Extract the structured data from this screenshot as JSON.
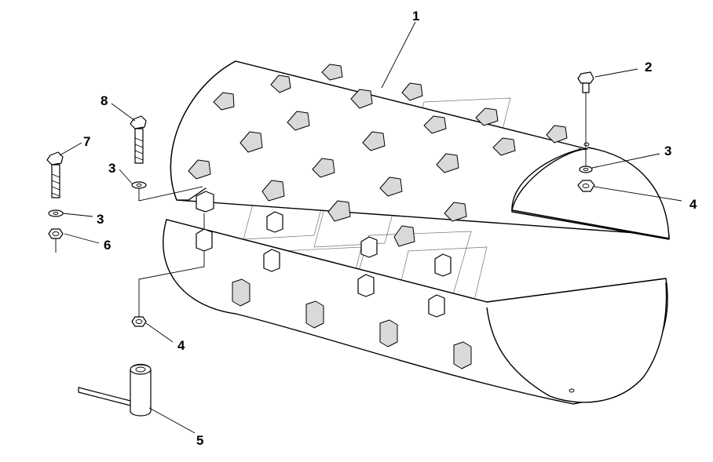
{
  "callouts": [
    {
      "id": "c1",
      "label": "1",
      "part": "drum-shell"
    },
    {
      "id": "c2",
      "label": "2",
      "part": "bolt-short"
    },
    {
      "id": "c3a",
      "label": "3",
      "part": "washer-upper-right"
    },
    {
      "id": "c4a",
      "label": "4",
      "part": "nut-upper-right"
    },
    {
      "id": "c8",
      "label": "8",
      "part": "bolt-long"
    },
    {
      "id": "c3b",
      "label": "3",
      "part": "washer-left-upper"
    },
    {
      "id": "c7",
      "label": "7",
      "part": "bolt-left"
    },
    {
      "id": "c3c",
      "label": "3",
      "part": "washer-left"
    },
    {
      "id": "c6",
      "label": "6",
      "part": "nut-left"
    },
    {
      "id": "c4b",
      "label": "4",
      "part": "nut-lower"
    },
    {
      "id": "c5",
      "label": "5",
      "part": "socket-wrench"
    }
  ]
}
